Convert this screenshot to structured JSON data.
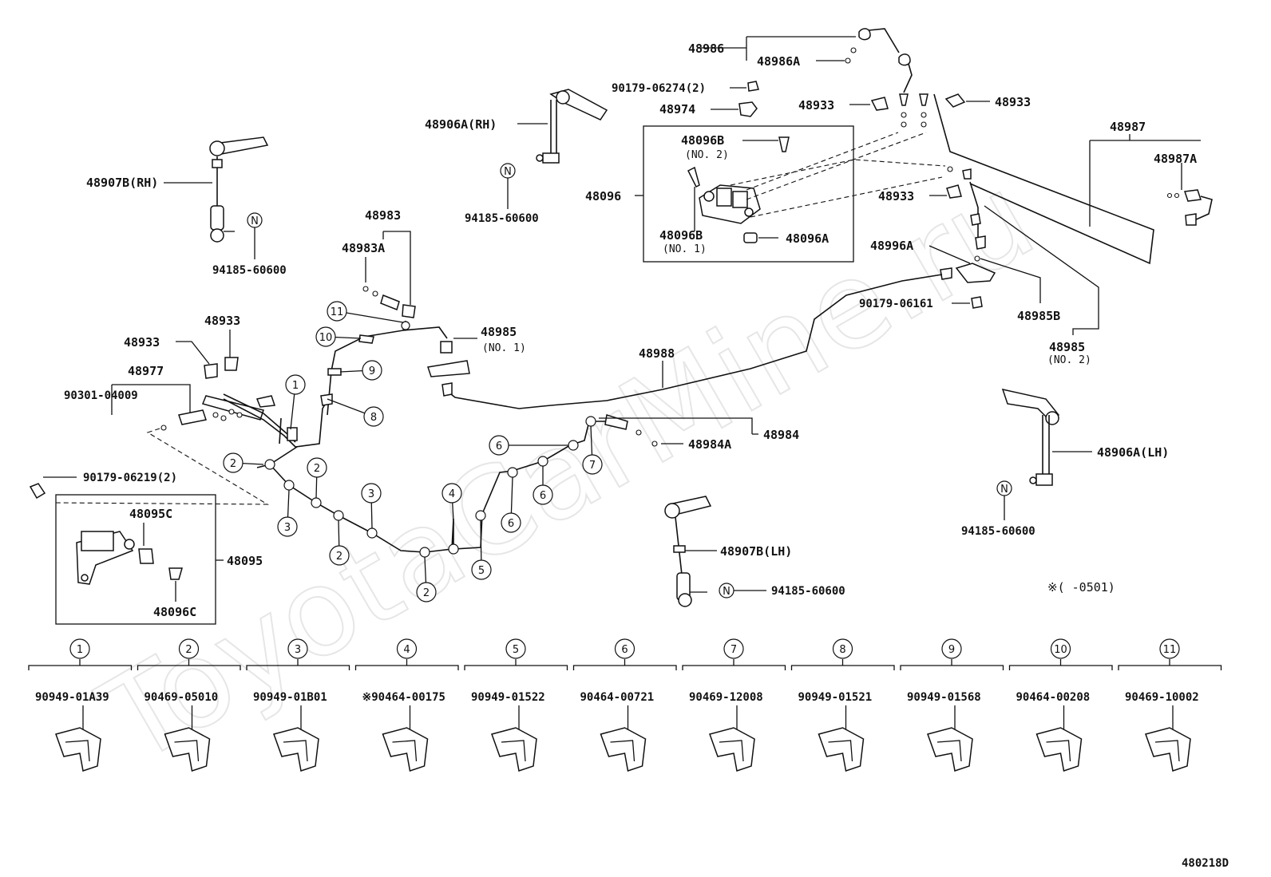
{
  "diagram_code": "480218D",
  "note": "※(      -0501)",
  "watermark": "ToyotaCarMine.ru",
  "labels": {
    "p48907B_RH": "48907B(RH)",
    "n1": "N",
    "p94185_1": "94185-60600",
    "p48906A_RH": "48906A(RH)",
    "n2": "N",
    "p94185_2": "94185-60600",
    "p48986": "48986",
    "p48986A": "48986A",
    "p90179_06274": "90179-06274(2)",
    "p48974": "48974",
    "p48933_a": "48933",
    "p48933_b": "48933",
    "p48096": "48096",
    "p48096B_top": "48096B",
    "p48096B_top_sub": "(NO. 2)",
    "p48096B_bot": "48096B",
    "p48096B_bot_sub": "(NO. 1)",
    "p48096A": "48096A",
    "p48987": "48987",
    "p48987A": "48987A",
    "p48933_c": "48933",
    "p48996A": "48996A",
    "p90179_06161": "90179-06161",
    "p48985B": "48985B",
    "p48985_no2": "48985",
    "p48985_no2_sub": "(NO. 2)",
    "p48983": "48983",
    "p48983A": "48983A",
    "p48933_d": "48933",
    "p48933_e": "48933",
    "p48977": "48977",
    "p90301_04009": "90301-04009",
    "p48985_no1": "48985",
    "p48985_no1_sub": "(NO. 1)",
    "p48988": "48988",
    "p48984": "48984",
    "p48984A": "48984A",
    "p90179_06219": "90179-06219(2)",
    "p48095C": "48095C",
    "p48095": "48095",
    "p48096C": "48096C",
    "p48906A_LH": "48906A(LH)",
    "n3": "N",
    "p94185_3": "94185-60600",
    "p48907B_LH": "48907B(LH)",
    "n4": "N",
    "p94185_4": "94185-60600"
  },
  "pipe_callouts": [
    "1",
    "2",
    "2",
    "3",
    "3",
    "2",
    "2",
    "3",
    "4",
    "5",
    "6",
    "6",
    "6",
    "7",
    "8",
    "9",
    "10",
    "11"
  ],
  "clamps": [
    {
      "num": "1",
      "part": "90949-01A39"
    },
    {
      "num": "2",
      "part": "90469-05010"
    },
    {
      "num": "3",
      "part": "90949-01B01"
    },
    {
      "num": "4",
      "part": "※90464-00175"
    },
    {
      "num": "5",
      "part": "90949-01522"
    },
    {
      "num": "6",
      "part": "90464-00721"
    },
    {
      "num": "7",
      "part": "90469-12008"
    },
    {
      "num": "8",
      "part": "90949-01521"
    },
    {
      "num": "9",
      "part": "90949-01568"
    },
    {
      "num": "10",
      "part": "90464-00208"
    },
    {
      "num": "11",
      "part": "90469-10002"
    }
  ]
}
